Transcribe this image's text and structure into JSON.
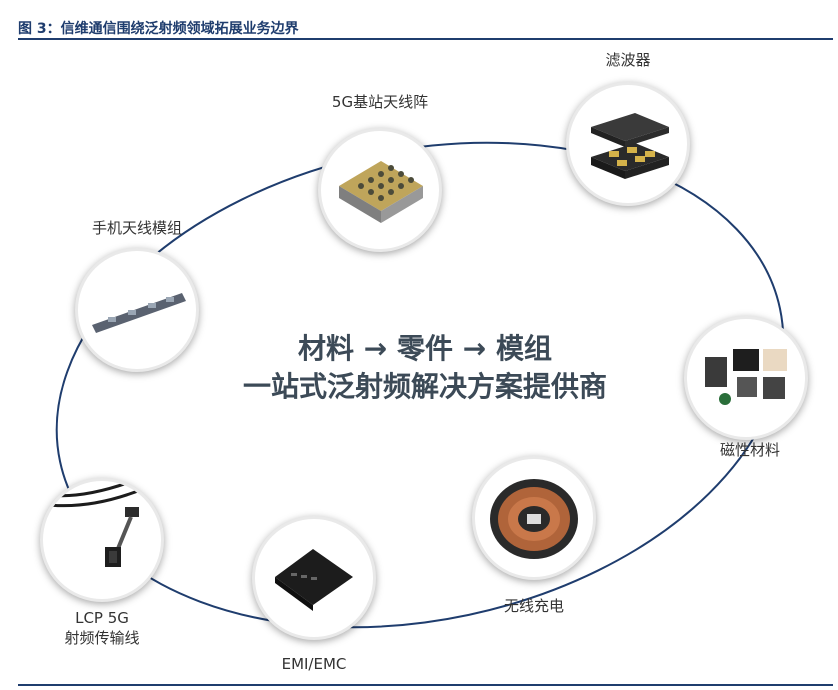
{
  "figure": {
    "title": "图 3：信维通信围绕泛射频领域拓展业务边界"
  },
  "center": {
    "line1": "材料 → 零件 → 模组",
    "line2": "一站式泛射频解决方案提供商"
  },
  "nodes": [
    {
      "id": "antenna-array",
      "label": "5G基站天线阵"
    },
    {
      "id": "filter",
      "label": "滤波器"
    },
    {
      "id": "phone-antenna",
      "label": "手机天线模组"
    },
    {
      "id": "magnetic",
      "label": "磁性材料"
    },
    {
      "id": "wireless",
      "label": "无线充电"
    },
    {
      "id": "emi",
      "label": "EMI/EMC"
    },
    {
      "id": "lcp",
      "label_line1": "LCP 5G",
      "label_line2": "射频传输线"
    }
  ],
  "colors": {
    "title": "#1f3d6e",
    "ring": "#1f3d6e",
    "center_text": "#3c4a57"
  }
}
